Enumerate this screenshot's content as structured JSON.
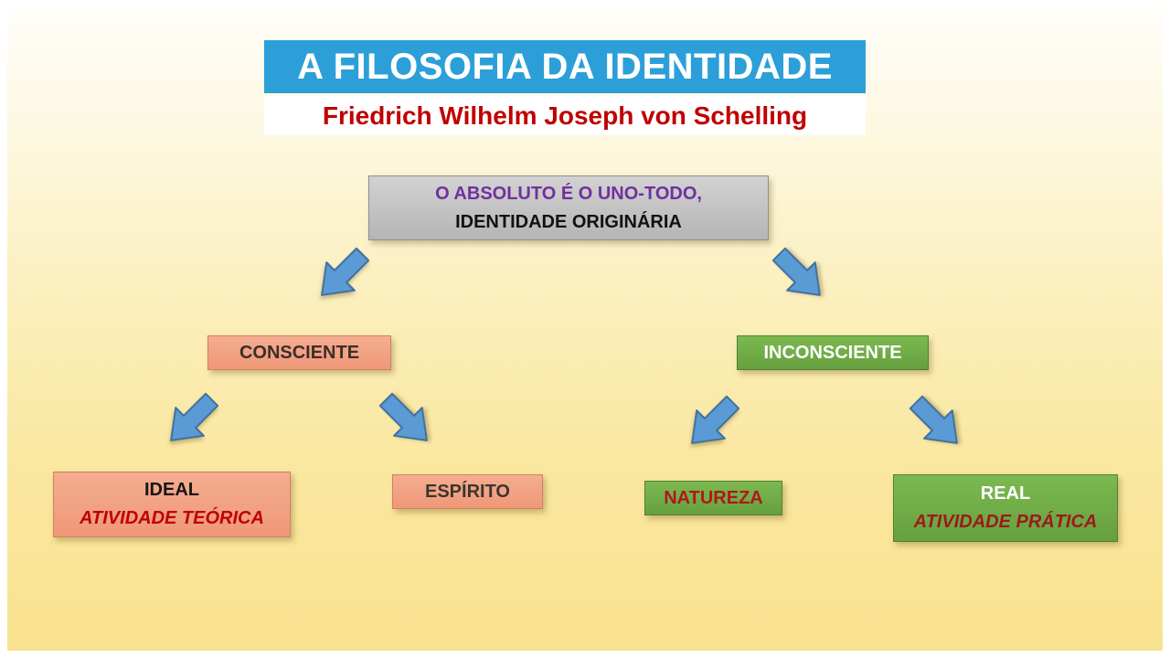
{
  "header": {
    "title": "A FILOSOFIA DA IDENTIDADE",
    "subtitle": "Friedrich Wilhelm Joseph von Schelling"
  },
  "nodes": {
    "absolute": {
      "line1": "O ABSOLUTO É O UNO-TODO,",
      "line2": "IDENTIDADE ORIGINÁRIA"
    },
    "consciente": {
      "label": "CONSCIENTE"
    },
    "inconsciente": {
      "label": "INCONSCIENTE"
    },
    "ideal": {
      "line1": "IDEAL",
      "line2": "ATIVIDADE TEÓRICA"
    },
    "espirito": {
      "label": "ESPÍRITO"
    },
    "natureza": {
      "label": "NATUREZA"
    },
    "real": {
      "line1": "REAL",
      "line2": "ATIVIDADE PRÁTICA"
    }
  },
  "icons": {
    "arrows": [
      {
        "name": "arrow-absolute-to-consciente",
        "direction": "down-left"
      },
      {
        "name": "arrow-absolute-to-inconsciente",
        "direction": "down-right"
      },
      {
        "name": "arrow-consciente-to-ideal",
        "direction": "down-left"
      },
      {
        "name": "arrow-consciente-to-espirito",
        "direction": "down-right"
      },
      {
        "name": "arrow-inconsciente-to-natureza",
        "direction": "down-left"
      },
      {
        "name": "arrow-inconsciente-to-real",
        "direction": "down-right"
      }
    ]
  },
  "colors": {
    "title_bg": "#2d9fd8",
    "title_text": "#ffffff",
    "subtitle_text": "#c00000",
    "absolute_bg": "#c4c4c4",
    "absolute_line1": "#7030a0",
    "salmon_bg": "#f2a384",
    "green_bg": "#70ad47",
    "arrow_fill": "#5b9bd5",
    "arrow_stroke": "#41719c",
    "background_bottom": "#f9e28f"
  }
}
